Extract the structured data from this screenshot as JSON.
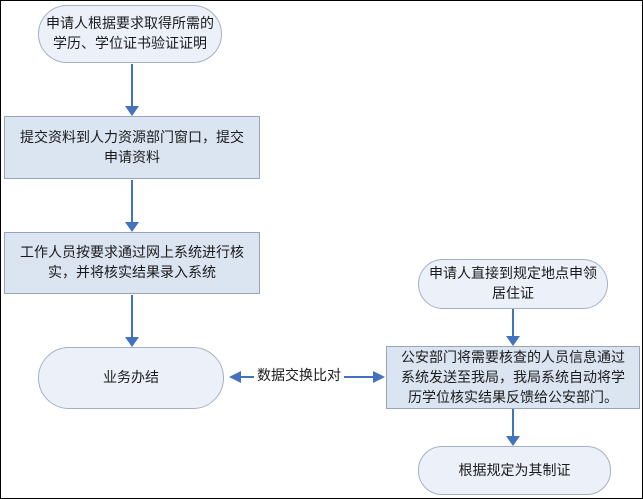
{
  "nodes": {
    "obtain": {
      "label": "申请人根据要求取得所需的学历、学位证书验证证明",
      "shape": "stadium"
    },
    "submit": {
      "label": "提交资料到人力资源部门窗口，提交申请资料",
      "shape": "rect"
    },
    "verify": {
      "label": "工作人员按要求通过网上系统进行核实，并将核实结果录入系统",
      "shape": "rect"
    },
    "complete": {
      "label": "业务办结",
      "shape": "stadium"
    },
    "apply": {
      "label": "申请人直接到规定地点申领居住证",
      "shape": "stadium"
    },
    "police": {
      "label": "公安部门将需要核查的人员信息通过系统发送至我局，我局系统自动将学历学位核实结果反馈给公安部门。",
      "shape": "rect"
    },
    "issue": {
      "label": "根据规定为其制证",
      "shape": "stadium"
    }
  },
  "connector": {
    "label": "数据交换比对",
    "type": "bidirectional-arrow",
    "between": [
      "complete",
      "police"
    ]
  },
  "edges": [
    {
      "from": "obtain",
      "to": "submit"
    },
    {
      "from": "submit",
      "to": "verify"
    },
    {
      "from": "verify",
      "to": "complete"
    },
    {
      "from": "apply",
      "to": "police"
    },
    {
      "from": "police",
      "to": "issue"
    }
  ],
  "colors": {
    "arrow": "#4373be",
    "rect_fill": "#dbe5f1",
    "stadium_fill": "#ecf1f9",
    "shape_border": "#96a5ba",
    "text": "#1a1a1a",
    "frame": "#000000",
    "background": "#ffffff"
  }
}
